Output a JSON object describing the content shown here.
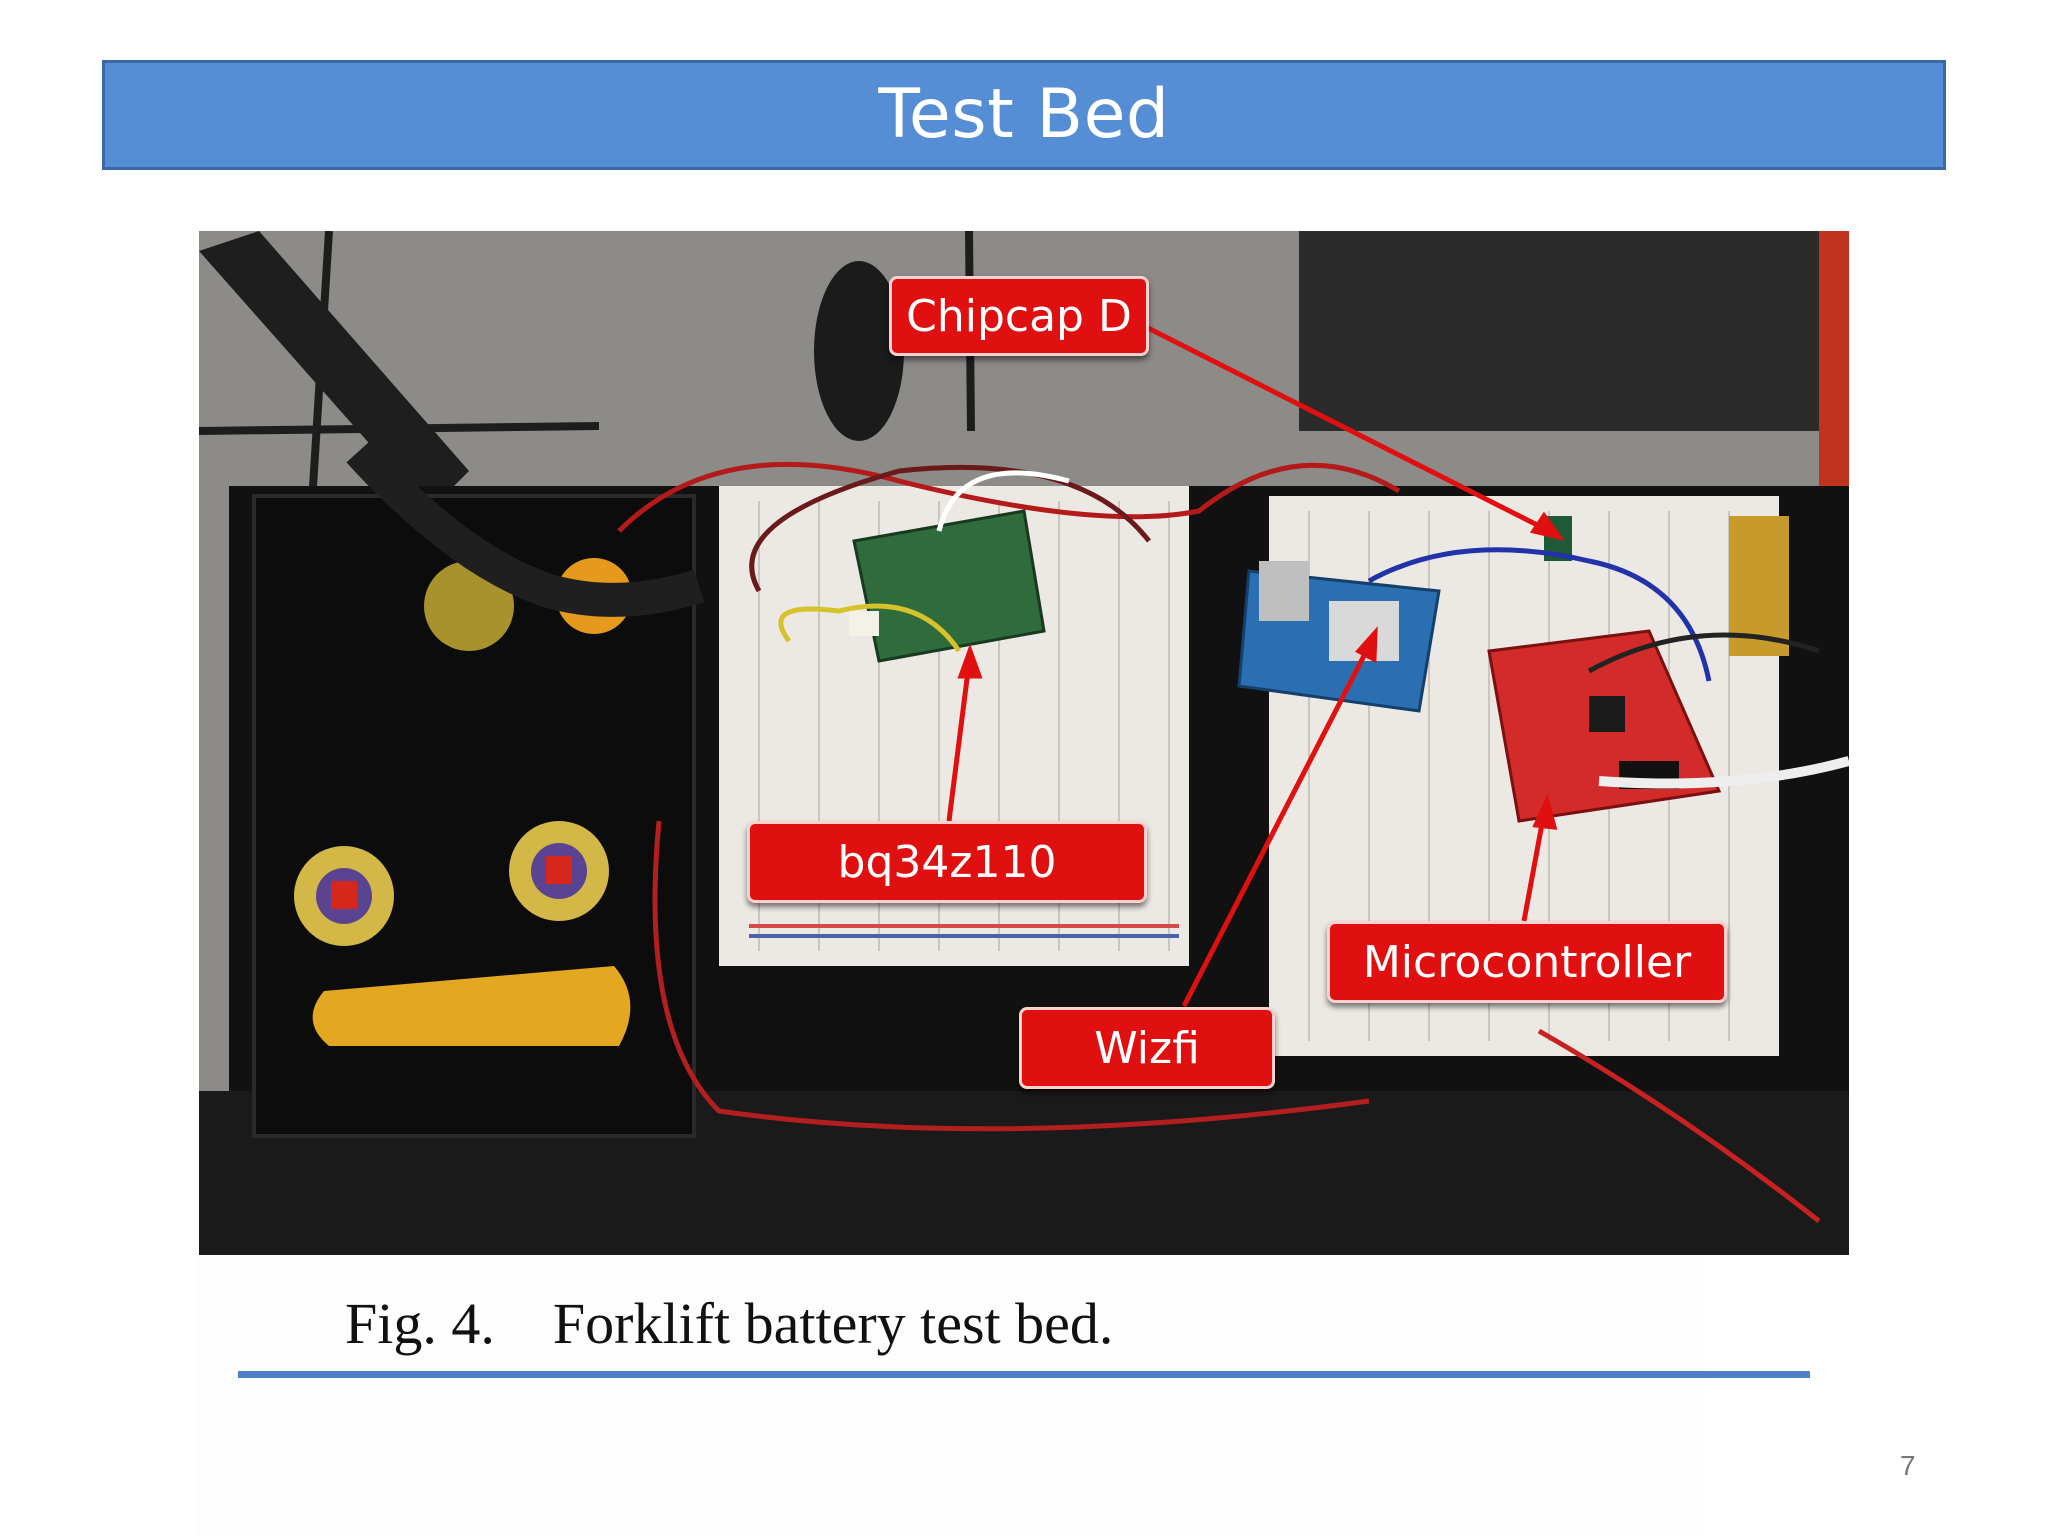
{
  "slide": {
    "title": "Test Bed",
    "page_number": "7"
  },
  "figure": {
    "caption": "Fig. 4.    Forklift battery test bed.",
    "labels": {
      "chipcap": "Chipcap D",
      "bq": "bq34z110",
      "microcontroller": "Microcontroller",
      "wizfi": "Wizfi"
    }
  },
  "colors": {
    "title_bar": "#558ed5",
    "callout": "#e01010",
    "rule": "#4f7fc6"
  }
}
